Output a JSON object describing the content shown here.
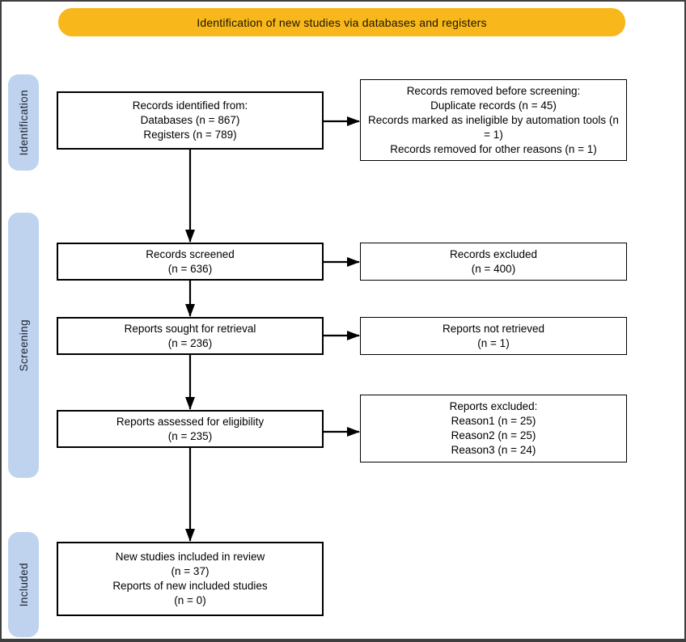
{
  "banner": {
    "title": "Identification of new studies via databases and registers"
  },
  "stages": {
    "identification": {
      "label": "Identification"
    },
    "screening": {
      "label": "Screening"
    },
    "included": {
      "label": "Included"
    }
  },
  "boxes": {
    "records_identified": {
      "lines": [
        "Records identified from:",
        "Databases (n = 867)",
        "Registers (n = 789)"
      ]
    },
    "records_removed": {
      "lines": [
        "Records removed before screening:",
        "Duplicate records (n = 45)",
        "Records marked as ineligible by automation tools (n = 1)",
        "Records removed for other reasons (n = 1)"
      ]
    },
    "records_screened": {
      "lines": [
        "Records screened",
        "(n = 636)"
      ]
    },
    "records_excluded": {
      "lines": [
        "Records excluded",
        "(n = 400)"
      ]
    },
    "reports_sought": {
      "lines": [
        "Reports sought for retrieval",
        "(n = 236)"
      ]
    },
    "reports_not_retrieved": {
      "lines": [
        "Reports not retrieved",
        "(n = 1)"
      ]
    },
    "reports_assessed": {
      "lines": [
        "Reports assessed for eligibility",
        "(n = 235)"
      ]
    },
    "reports_excluded": {
      "lines": [
        "Reports excluded:",
        "Reason1 (n = 25)",
        "Reason2 (n = 25)",
        "Reason3 (n = 24)"
      ]
    },
    "new_studies_included": {
      "lines": [
        "New studies included in review",
        "(n = 37)",
        "Reports of new included studies",
        "(n = 0)"
      ]
    }
  },
  "colors": {
    "banner_fill": "#F8B71B",
    "stage_fill": "#BFD3EE",
    "box_border": "#000000",
    "arrow": "#000000",
    "outer_border": "#3F3F3F"
  }
}
